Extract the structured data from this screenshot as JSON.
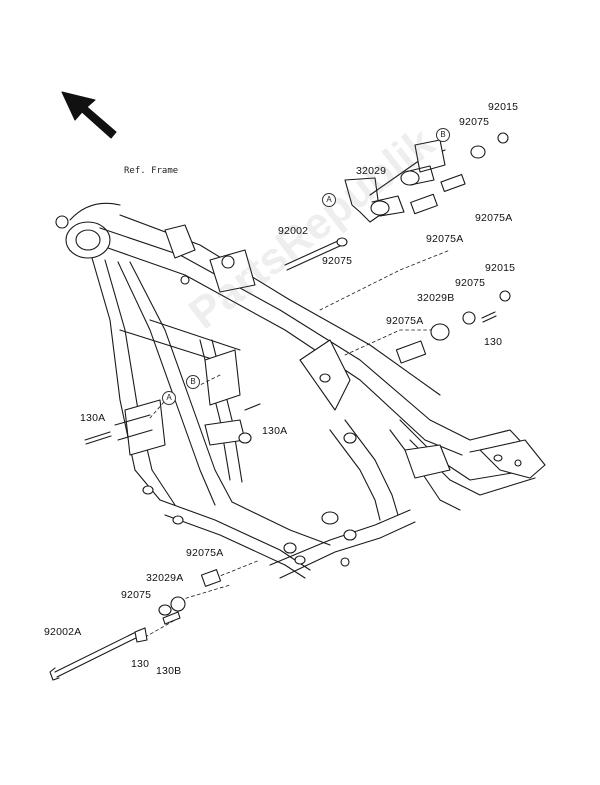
{
  "reference_label": "Ref. Frame",
  "watermark": "PartsRepublik",
  "callouts": {
    "a1": "A",
    "b1": "B",
    "a2": "A",
    "b2": "B"
  },
  "part_numbers": {
    "p92015_top": "92015",
    "p92075_top": "92075",
    "p32029": "32029",
    "p92002": "92002",
    "p92075_mid": "92075",
    "p92075A_1": "92075A",
    "p92075A_2": "92075A",
    "p92015_right": "92015",
    "p92075_right": "92075",
    "p32029B": "32029B",
    "p92075A_right": "92075A",
    "p130_right": "130",
    "p130A_left": "130A",
    "p130A_center": "130A",
    "p92075A_low": "92075A",
    "p32029A": "32029A",
    "p92075_low": "92075",
    "p92002A": "92002A",
    "p130_low": "130",
    "p130B": "130B"
  },
  "colors": {
    "line": "#1a1a1a",
    "fill": "#ffffff",
    "shade": "#d9d9d9"
  }
}
